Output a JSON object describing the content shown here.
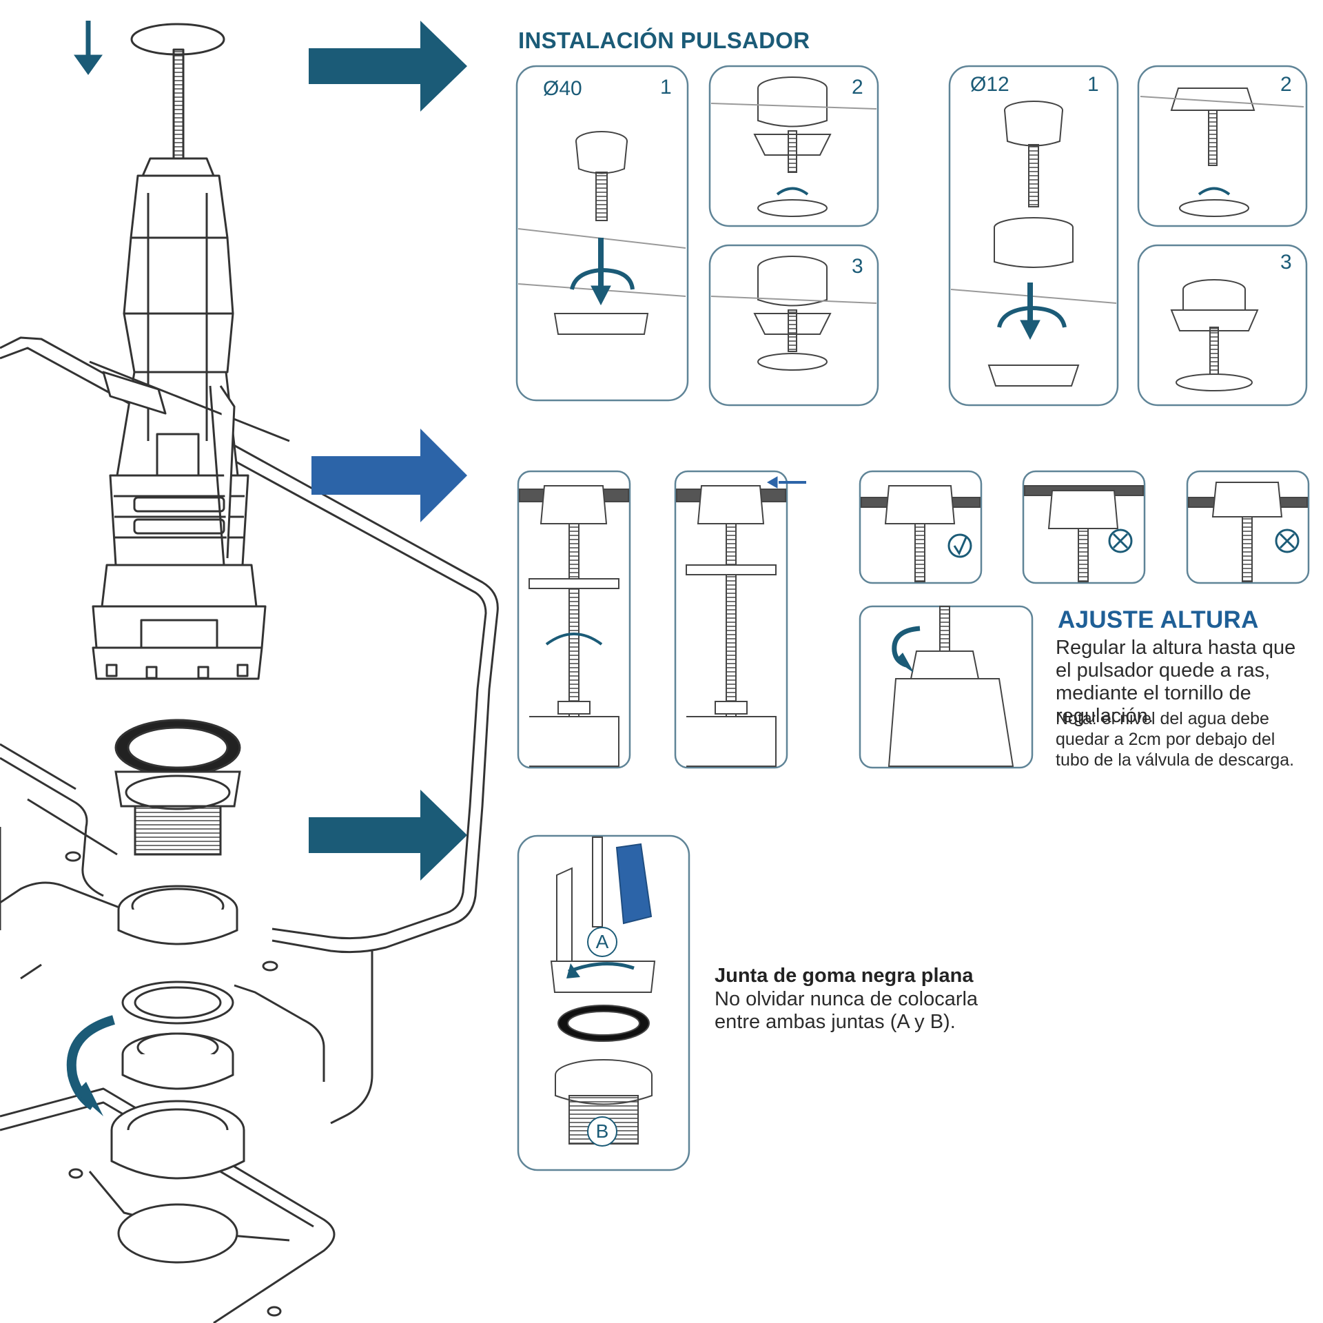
{
  "install": {
    "title": "INSTALACIÓN PULSADOR",
    "panel_a": {
      "diameter": "Ø40",
      "step1": "1",
      "step2": "2",
      "step3": "3"
    },
    "panel_b": {
      "diameter": "Ø12",
      "step1": "1",
      "step2": "2",
      "step3": "3"
    }
  },
  "height": {
    "title": "AJUSTE ALTURA",
    "text": "Regular la altura hasta que el pulsador quede a ras, mediante el tornillo de regulación.",
    "note": "Nota: el nivel del agua debe quedar a 2cm por debajo del tubo de la válvula de descarga."
  },
  "gasket": {
    "title": "Junta de goma negra plana",
    "text": "No olvidar nunca de colocarla entre ambas juntas (A y B).",
    "label_a": "A",
    "label_b": "B"
  },
  "colors": {
    "accent": "#1b5b77",
    "blue": "#2c64a8",
    "line": "#3a3a3a",
    "panel": "#5f8497"
  }
}
